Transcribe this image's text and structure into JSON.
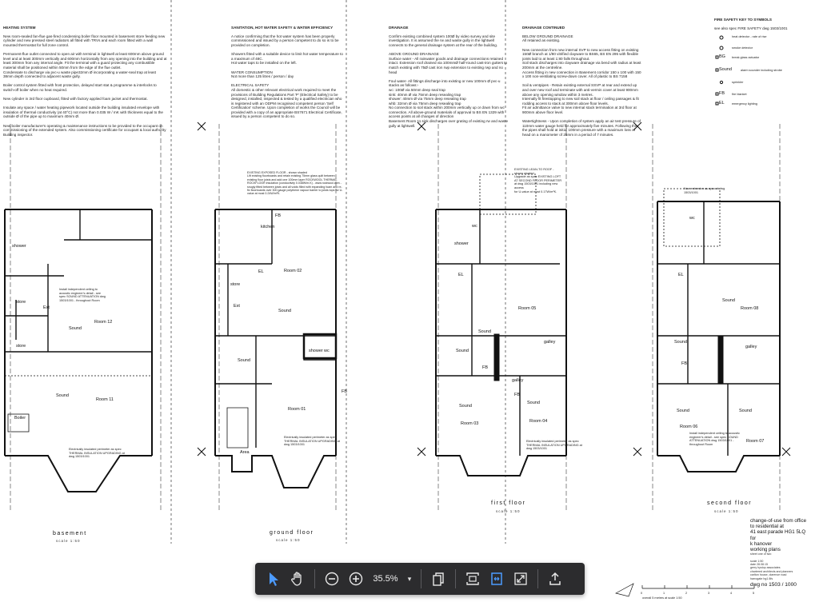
{
  "notes": {
    "col1": {
      "heading": "HEATING SYSTEM",
      "text": "New room-sealed fan-flue gas-fired condensing boiler floor mounted in basement store feeding new cylinder and new pressed steel radiators all fitted with TRVs and each room fitted with a wall mounted thermostat for full zone control.\n\nPermanent-flue outlet connected to open air with terminal in lightwell at least 600mm above ground level and at least 300mm vertically and 600mm horizontally from any opening into the building and at least 300mm from any internal angle. Fit the terminal with a guard protecting any combustible material shall be positioned within 50mm from the edge of the flue outlet.\nCondensate to discharge via pvc-u waste pipe32mm Ø incorporating a water-seal trap at least 38mm depth connected to adjacent waste gully.\n\nBoiler control system fitted with frost protection, delayed start stat & programme & interlocks to switch-off boiler when no heat required.\n\nNew cylinder in 3rd floor cupboard, fitted with factory applied foam jacket and thermostat.\n\nInsulate any space / water heating pipework located outside the building insulated envelope with insulation of thermal conductivity (at 40°C) not more than 0.035 W / mK with thickness equal to the outside Ø of the pipe up to maximum 40mm Ø.\n\nNew boiler manufacturer's operating & maintenance instructions to be provided to the occupant on commissioning of the extended system. Also commissioning certificate for occupant & local authority Building inspector."
    },
    "col2": {
      "heading": "SANITATION, HOT WATER SAFETY & WATER EFFICIENCY",
      "text": "A notice confirming that the hot water system has been properly commissioned and issued by a person competent to do so is to be provided on completion.\n\nShowers fitted with a suitable device to limit hot water temperature to a maximum of 48C.\nHot water taps to be installed on the left.\n\nWATER CONSUMPTION\nNot more than 125 litres / person / day\n\nELECTRICAL SAFETY\nAll domestic & other relevant electrical work required to meet the provisions of Building Regulations Part 'P' (Electrical Safety) to be designed, installed, inspected & tested by a qualified electrician who is registered with an ODPM recognised competent person 'Self Certification' scheme. Upon completion of works the Council will be provided with a copy of an appropriate BS7671 Electrical Certificate, issued by a person competent to do so."
    },
    "col3": {
      "heading": "DRAINAGE",
      "text": "Confirm existing combined system 100Ø by video survey and site investigation. It is assumed the rw and waste gully in the lightwell connects to the general drainage system at the rear of the building.\n\nABOVE GROUND DRAINAGE\nSurface water - All rainwater goods and drainage connections retained intact. Extension roof drained via 100mmØ half-round cast-iron gutters to match existing with 75Ø cast iron rwp extension to existing rwp and no head\n\nFoul water- All fittings discharge into existing or new 100mm Ø pvc-u stacks as follows:-\nwc: 100Ø via 50mm deep seal trap\nsink: 40mm Ø via 75mm deep resealing trap\nshower: 40mm Ø via 75mm deep resealing trap\nwhb: 32mm Ø via 75mm deep resealing trap\nNo connection to soil stack within 200mm vertically up or down from wc connection. All above-ground materials of approval to BS EN 1329 with access points at all changes of direction\nBasement Room 11 sink discharges over grating of existing rw and waste gully at lightwell."
    },
    "col4": {
      "heading": "DRAINAGE continued",
      "text": "BELOW GROUND DRAINAGE\nAll retained as existing.\n\nNew connection from new internal SVP to new access fitting on existing 150Ø branch at 1/80 vitrified clayware to BS65, BS EN 295 with flexible joints laid to at least 1:80 falls throughout.\nSoil stack discharges into clayware drainage via bend with radius at least 200mm at the centreline.\nAccess fitting in new connection in Basement corridor 150 x 100 with 150 x 100 non-ventilating screw-down cover. All of plastic to BS 7158\n\nSoil & ventpipes - Retain existing external SSVP at rear and extend up and over new roof and terminate with anti-vermin cover at least 900mm above any opening window within 3 metres.\nInternally fit firestopping to new soil stack at floor / ceiling passages & fit rodding access to stack at 300mm above floor levels.\nFit air admittance valve to new internal stack termination at 3rd floor at 900mm above floor level.\n\nWatertightness - Upon completion of system apply an air test pressure of 110mm water gauge held for approximately five minutes. Following this the pipes shall hold at initial 100mm pressure with a maximum loss of head on a manometer of 25mm in a period of 7 minutes."
    }
  },
  "key": {
    "title": "FIRE SAFETY KEY TO SYMBOLS",
    "subtitle": "see also spec FIRE SAFETY dwg 1503/1001",
    "items": [
      {
        "sym": "",
        "label": "heat detector - rate of rise"
      },
      {
        "sym": "",
        "label": "smoke detector"
      },
      {
        "sym": "BG",
        "label": "break glass actuator"
      },
      {
        "sym": "Sound",
        "label": "alarm sounder including strobe"
      },
      {
        "sym": "",
        "label": "sprinkler"
      },
      {
        "sym": "FB",
        "label": "fire blanket"
      },
      {
        "sym": "EL",
        "label": "emergency lighting"
      }
    ]
  },
  "plans": [
    {
      "title": "basement",
      "scale": "scale 1:50"
    },
    {
      "title": "ground floor",
      "scale": "scale 1:50"
    },
    {
      "title": "first floor",
      "scale": "scale 1:50"
    },
    {
      "title": "second floor",
      "scale": "scale 1:50"
    }
  ],
  "rooms": {
    "basement": [
      "store",
      "store",
      "Room 12",
      "Room 11",
      "shower",
      "Ext",
      "Boiler"
    ],
    "ground": [
      "kitchen",
      "Room 02",
      "Room 01",
      "shower",
      "wc",
      "store",
      "Area"
    ],
    "first": [
      "Room 05",
      "Room 04",
      "Room 03",
      "shower",
      "galley",
      "galley",
      "wc"
    ],
    "second": [
      "Room 08",
      "Room 07",
      "Room 06",
      "galley",
      "wc"
    ]
  },
  "symbols": {
    "sound": "Sound",
    "fb": "FB",
    "el": "EL",
    "ext": "Ext"
  },
  "floor_notes": {
    "ground_existing": "EXISTING EXPOSED FLOOR - shown shaded\nLift existing floorboards and retain existing 75mm glass quilt between existing floor joists and add one 100mm layer ROCKWOOL THERMAL ROCKFLOOR insulation (conductivity 0.038W/m.K) - www.rockwool.com - snugly fitted between joists and all voids filled with expanding foam and re-fix floorboards over 300 gauge polythene vapour barrier to joists tops for U-value at most 0.24W/m²K.",
    "first_lean": "EXISTING LEAN-TO ROOF -\nshown shaded\nUpgrade as spec EXISTING LOFT\nAT SECOND FLOOR PERIMETER\nat dwg 1503/1001 including new\naccess\nfor U-value at most 0.17W/m²K.",
    "second_ext": "New extension as spec at dwg\n1503/1001",
    "acoustic": "Install independent ceiling to acoustic engineer's detail - see spec SOUND ATTENUATION dwg 1503/1001 - throughout Room",
    "thermal": "Electrically insulated perimeter as spec THERMAL INSULATION UPGRADING at dwg 1503/1001"
  },
  "titleblock": {
    "line1": "change-of-use from office",
    "line2": "to residential at",
    "line3": "41 east parade HG1 5LQ",
    "line4": "for",
    "line5": "k hanover",
    "line6": "working plans",
    "line7": "sheet one of two",
    "scale": "scale 1:50",
    "date": "date 28.08.15",
    "practice": "gerry hyslop associates\nchartered architects and planners\ncarlton house, clarence road\nharrogate hg1 8fs",
    "dwg": "dwg no 1503 / 1000"
  },
  "scalebar": {
    "label": "overall 5 metres at scale 1:50",
    "ticks": [
      "0",
      "1",
      "2",
      "3",
      "4",
      "5"
    ]
  },
  "toolbar": {
    "zoom": "35.5%",
    "dropdown": "▾",
    "buttons": [
      {
        "name": "select-tool-button",
        "icon": "pointer-icon"
      },
      {
        "name": "hand-tool-button",
        "icon": "hand-icon"
      },
      {
        "name": "zoom-out-button",
        "icon": "zoom-out-icon"
      },
      {
        "name": "zoom-in-button",
        "icon": "zoom-in-icon"
      },
      {
        "name": "page-copy-button",
        "icon": "pages-icon"
      },
      {
        "name": "fit-page-button",
        "icon": "fit-page-icon"
      },
      {
        "name": "fit-width-button",
        "icon": "fit-width-icon"
      },
      {
        "name": "fullscreen-button",
        "icon": "expand-icon"
      },
      {
        "name": "share-button",
        "icon": "share-icon"
      }
    ]
  }
}
